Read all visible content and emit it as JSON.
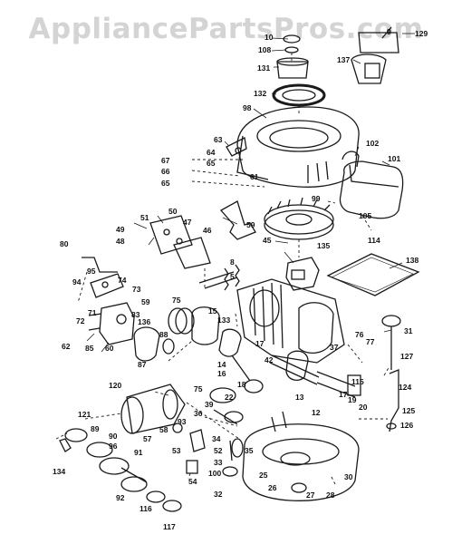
{
  "watermark": "AppliancePartsPros.com",
  "callouts": [
    {
      "id": "c10",
      "label": "10"
    },
    {
      "id": "c9",
      "label": "9"
    },
    {
      "id": "c129",
      "label": "129"
    },
    {
      "id": "c108",
      "label": "108"
    },
    {
      "id": "c137",
      "label": "137"
    },
    {
      "id": "c131",
      "label": "131"
    },
    {
      "id": "c132",
      "label": "132"
    },
    {
      "id": "c98",
      "label": "98"
    },
    {
      "id": "c63",
      "label": "63"
    },
    {
      "id": "c64",
      "label": "64"
    },
    {
      "id": "c65a",
      "label": "65"
    },
    {
      "id": "c67",
      "label": "67"
    },
    {
      "id": "c66",
      "label": "66"
    },
    {
      "id": "c65b",
      "label": "65"
    },
    {
      "id": "c102",
      "label": "102"
    },
    {
      "id": "c101",
      "label": "101"
    },
    {
      "id": "c61",
      "label": "61"
    },
    {
      "id": "c99",
      "label": "99"
    },
    {
      "id": "c105",
      "label": "105"
    },
    {
      "id": "c114",
      "label": "114"
    },
    {
      "id": "c50",
      "label": "50"
    },
    {
      "id": "c51",
      "label": "51"
    },
    {
      "id": "c47",
      "label": "47"
    },
    {
      "id": "c49",
      "label": "49"
    },
    {
      "id": "c48",
      "label": "48"
    },
    {
      "id": "c46",
      "label": "46"
    },
    {
      "id": "c59a",
      "label": "59"
    },
    {
      "id": "c45",
      "label": "45"
    },
    {
      "id": "c135",
      "label": "135"
    },
    {
      "id": "c80",
      "label": "80"
    },
    {
      "id": "c95",
      "label": "95"
    },
    {
      "id": "c94",
      "label": "94"
    },
    {
      "id": "c74",
      "label": "74"
    },
    {
      "id": "c73",
      "label": "73"
    },
    {
      "id": "c138",
      "label": "138"
    },
    {
      "id": "c59b",
      "label": "59"
    },
    {
      "id": "c83",
      "label": "83"
    },
    {
      "id": "c72",
      "label": "72"
    },
    {
      "id": "c71",
      "label": "71"
    },
    {
      "id": "c62",
      "label": "62"
    },
    {
      "id": "c85",
      "label": "85"
    },
    {
      "id": "c60",
      "label": "60"
    },
    {
      "id": "c136",
      "label": "136"
    },
    {
      "id": "c88",
      "label": "88"
    },
    {
      "id": "c87",
      "label": "87"
    },
    {
      "id": "c75a",
      "label": "75"
    },
    {
      "id": "c15",
      "label": "15"
    },
    {
      "id": "c133",
      "label": "133"
    },
    {
      "id": "c8",
      "label": "8"
    },
    {
      "id": "c5",
      "label": "5"
    },
    {
      "id": "c31",
      "label": "31"
    },
    {
      "id": "c76",
      "label": "76"
    },
    {
      "id": "c77",
      "label": "77"
    },
    {
      "id": "c37",
      "label": "37"
    },
    {
      "id": "c127",
      "label": "127"
    },
    {
      "id": "c17a",
      "label": "17"
    },
    {
      "id": "c42",
      "label": "42"
    },
    {
      "id": "c14",
      "label": "14"
    },
    {
      "id": "c16",
      "label": "16"
    },
    {
      "id": "c18",
      "label": "18"
    },
    {
      "id": "c22",
      "label": "22"
    },
    {
      "id": "c115",
      "label": "115"
    },
    {
      "id": "c124",
      "label": "124"
    },
    {
      "id": "c120",
      "label": "120"
    },
    {
      "id": "c75b",
      "label": "75"
    },
    {
      "id": "c39",
      "label": "39"
    },
    {
      "id": "c36",
      "label": "36"
    },
    {
      "id": "c13",
      "label": "13"
    },
    {
      "id": "c17b",
      "label": "17"
    },
    {
      "id": "c19",
      "label": "19"
    },
    {
      "id": "c20",
      "label": "20"
    },
    {
      "id": "c12",
      "label": "12"
    },
    {
      "id": "c125",
      "label": "125"
    },
    {
      "id": "c121",
      "label": "121"
    },
    {
      "id": "c93",
      "label": "93"
    },
    {
      "id": "c126",
      "label": "126"
    },
    {
      "id": "c89",
      "label": "89"
    },
    {
      "id": "c58",
      "label": "58"
    },
    {
      "id": "c57",
      "label": "57"
    },
    {
      "id": "c96",
      "label": "96"
    },
    {
      "id": "c53",
      "label": "53"
    },
    {
      "id": "c34",
      "label": "34"
    },
    {
      "id": "c52",
      "label": "52"
    },
    {
      "id": "c35",
      "label": "35"
    },
    {
      "id": "c90",
      "label": "90"
    },
    {
      "id": "c91",
      "label": "91"
    },
    {
      "id": "c134",
      "label": "134"
    },
    {
      "id": "c54",
      "label": "54"
    },
    {
      "id": "c33",
      "label": "33"
    },
    {
      "id": "c100",
      "label": "100"
    },
    {
      "id": "c25",
      "label": "25"
    },
    {
      "id": "c30",
      "label": "30"
    },
    {
      "id": "c92",
      "label": "92"
    },
    {
      "id": "c116",
      "label": "116"
    },
    {
      "id": "c26",
      "label": "26"
    },
    {
      "id": "c32",
      "label": "32"
    },
    {
      "id": "c27",
      "label": "27"
    },
    {
      "id": "c28",
      "label": "28"
    },
    {
      "id": "c117",
      "label": "117"
    }
  ]
}
